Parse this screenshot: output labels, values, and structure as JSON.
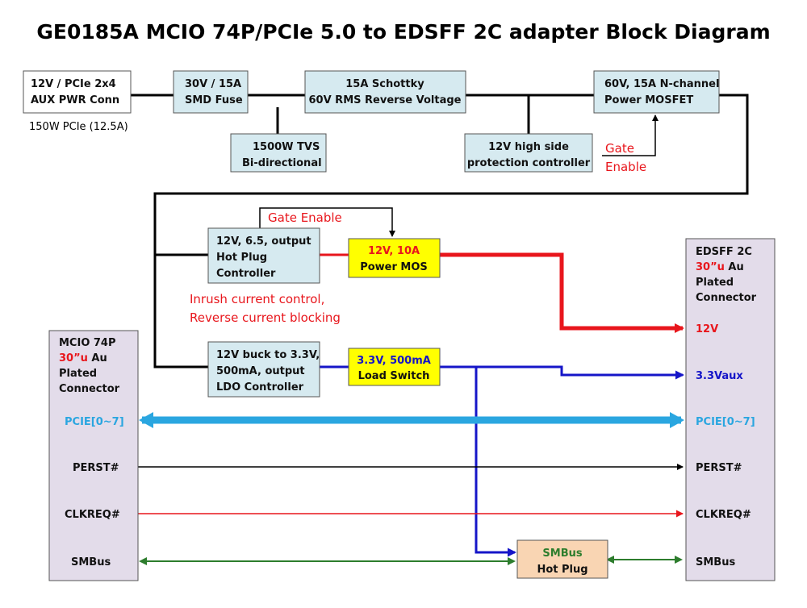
{
  "title": "GE0185A MCIO 74P/PCIe 5.0 to EDSFF 2C adapter Block Diagram",
  "colors": {
    "box_blue": "#d6eaf0",
    "box_yellow": "#ffff00",
    "box_lavender": "#e3dcea",
    "box_peach": "#f9d5b3",
    "red": "#e8161c",
    "blue": "#1515c8",
    "cyan": "#2aa6e0",
    "green": "#2d7d2d"
  },
  "boxes": {
    "aux_pwr": {
      "line1": "12V / PCIe 2x4",
      "line2": "AUX PWR Conn"
    },
    "fuse": {
      "line1": "30V / 15A",
      "line2": "SMD Fuse"
    },
    "schottky": {
      "line1": "15A Schottky",
      "line2": "60V RMS Reverse Voltage"
    },
    "mosfet": {
      "line1": "60V, 15A N-channel",
      "line2": "Power MOSFET"
    },
    "tvs": {
      "line1": "1500W TVS",
      "line2": "Bi-directional"
    },
    "protection": {
      "line1": "12V high side",
      "line2": "protection controller"
    },
    "hotplug_ctrl": {
      "line1": "12V, 6.5, output",
      "line2": "Hot Plug",
      "line3": "Controller"
    },
    "power_mos": {
      "line1": "12V, 10A",
      "line2": "Power MOS"
    },
    "buck": {
      "line1": "12V buck to 3.3V,",
      "line2": "500mA, output",
      "line3": "LDO Controller"
    },
    "load_switch": {
      "line1": "3.3V, 500mA",
      "line2": "Load Switch"
    },
    "smbus_hp": {
      "line1": "SMBus",
      "line2": "Hot Plug"
    },
    "mcio": {
      "line1": "MCIO 74P",
      "line2a": "30”u",
      "line2b": " Au",
      "line3": "Plated",
      "line4": "Connector"
    },
    "edsff": {
      "line1": "EDSFF 2C",
      "line2a": "30”u",
      "line2b": " Au",
      "line3": "Plated",
      "line4": "Connector"
    }
  },
  "notes": {
    "pcie_power": "150W PCIe (12.5A)",
    "gate_enable_top_1": "Gate",
    "gate_enable_top_2": "Enable",
    "gate_enable_mid": "Gate Enable",
    "inrush_1": "Inrush current control,",
    "inrush_2": "Reverse current blocking"
  },
  "signals": {
    "pcie_left": "PCIE[0~7]",
    "perst_left": "PERST#",
    "clkreq_left": "CLKREQ#",
    "smbus_left": "SMBus",
    "v12_right": "12V",
    "v33_right": "3.3Vaux",
    "pcie_right": "PCIE[0~7]",
    "perst_right": "PERST#",
    "clkreq_right": "CLKREQ#",
    "smbus_right": "SMBus"
  }
}
